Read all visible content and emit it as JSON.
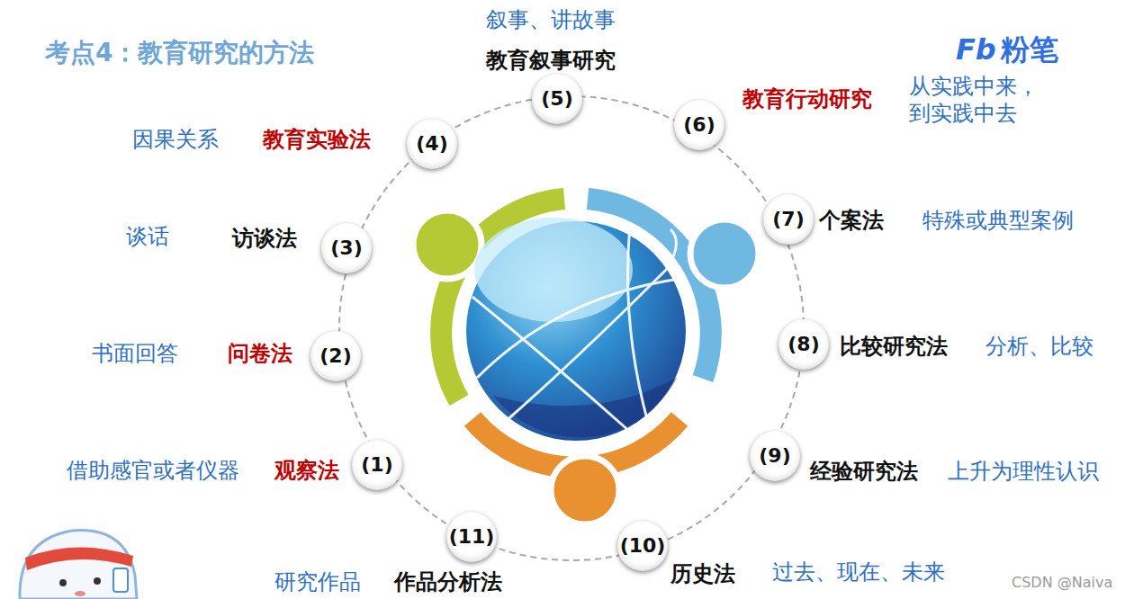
{
  "diagram": {
    "title": "考点4：教育研究的方法",
    "nodes": [
      {
        "text": [
          "(1)",
          "观察法",
          "借助感官或者仪器"
        ]
      },
      {
        "text": [
          "(2)",
          "问卷法",
          "书面回答"
        ]
      },
      {
        "text": [
          "(3)",
          "访谈法",
          "谈话"
        ]
      },
      {
        "text": [
          "(4)",
          "教育实验法",
          "因果关系"
        ]
      },
      {
        "text": [
          "(5)",
          "教育叙事研究",
          "叙事、讲故事"
        ]
      },
      {
        "text": [
          "(6)",
          "教育行动研究",
          "从实践中来， 到实践中去"
        ]
      },
      {
        "text": [
          "(7)",
          "个案法",
          "特殊或典型案例"
        ]
      },
      {
        "text": [
          "(8)",
          "比较研究法",
          "分析、比较"
        ]
      },
      {
        "text": [
          "(9)",
          "经验研究法",
          "上升为理性认识"
        ]
      },
      {
        "text": [
          "(10)",
          "历史法",
          "过去、现在、未来"
        ]
      },
      {
        "text": [
          "(11)",
          "作品分析法",
          "研究作品"
        ]
      }
    ],
    "labels": [
      "Fb",
      "粉笔",
      "CSDN @Naiva"
    ]
  }
}
